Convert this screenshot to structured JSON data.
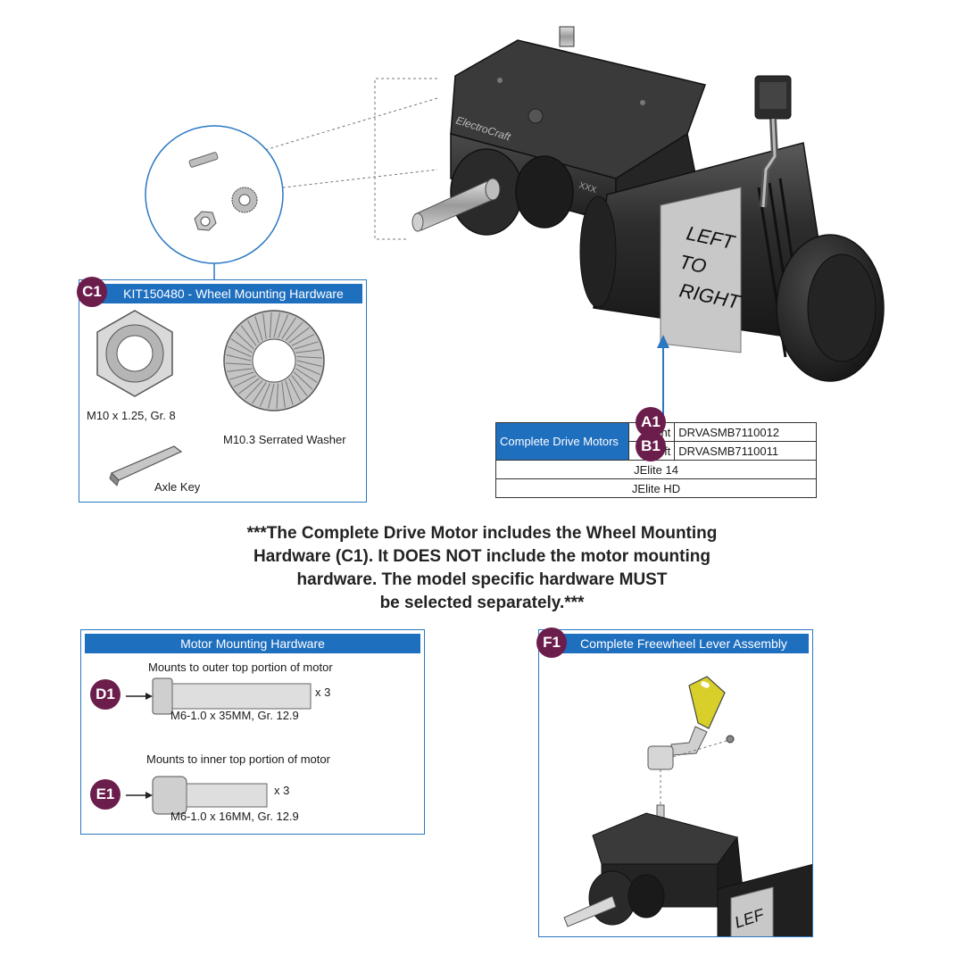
{
  "motor_label": {
    "line1": "LEFT",
    "line2": "TO",
    "line3": "RIGHT"
  },
  "motor_brand": "ElectroCraft",
  "motor_code": "XXX",
  "wheel_hardware": {
    "callout": "C1",
    "title": "KIT150480 - Wheel Mounting Hardware",
    "nut_label": "M10 x 1.25, Gr. 8",
    "washer_label": "M10.3 Serrated Washer",
    "key_label": "Axle Key"
  },
  "drive_motor_table": {
    "part_name": "Complete Drive Motors",
    "rows": [
      {
        "callout": "A1",
        "side": "Right",
        "part": "DRVASMB7110012"
      },
      {
        "callout": "B1",
        "side": "Left",
        "part": "DRVASMB7110011"
      }
    ],
    "models": [
      "JElite 14",
      "JElite HD"
    ]
  },
  "note": {
    "line1": "***The Complete Drive Motor includes the Wheel Mounting",
    "line2": "Hardware (C1). It DOES NOT include the motor mounting",
    "line3": "hardware. The model specific hardware MUST",
    "line4": "be selected separately.***"
  },
  "motor_mounting": {
    "title": "Motor Mounting Hardware",
    "d1": {
      "callout": "D1",
      "desc": "Mounts to outer top portion of motor",
      "qty": "x 3",
      "spec": "M6-1.0 x 35MM, Gr. 12.9"
    },
    "e1": {
      "callout": "E1",
      "desc": "Mounts to inner top portion of motor",
      "qty": "x 3",
      "spec": "M6-1.0 x 16MM, Gr. 12.9"
    }
  },
  "freewheel": {
    "callout": "F1",
    "title": "Complete Freewheel Lever Assembly",
    "label_fragment": "LEF"
  },
  "colors": {
    "accent": "#1f6fbf",
    "callout": "#6b1d4c",
    "lever": "#d8cf2a",
    "motor_body": "#2b2b2b"
  }
}
